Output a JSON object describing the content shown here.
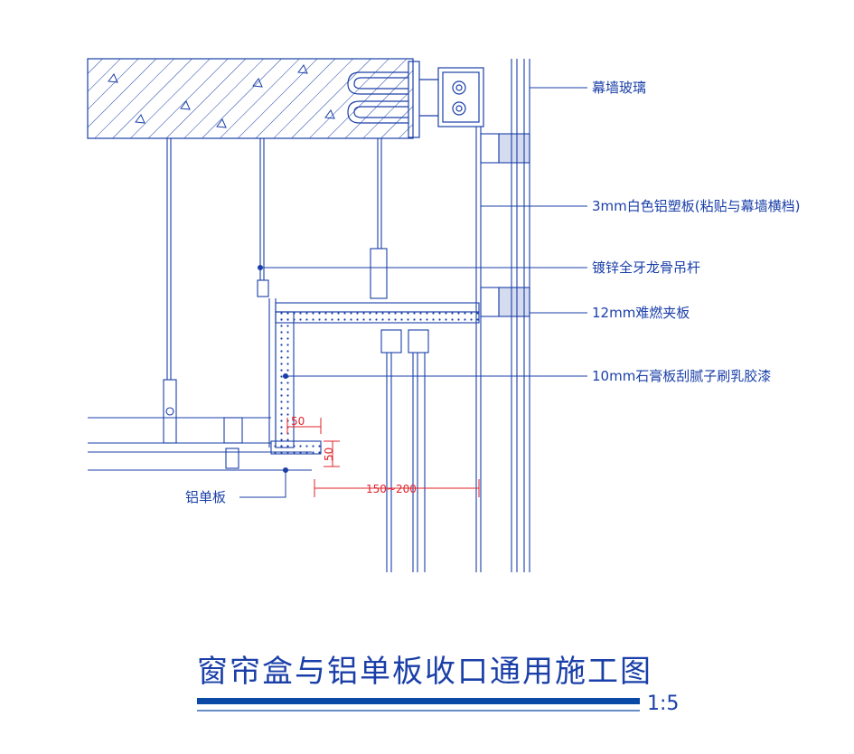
{
  "labels": {
    "curtain_glass": "幕墙玻璃",
    "aluminum_plastic": "3mm白色铝塑板(粘贴与幕墙横档)",
    "hanger_rod": "镀锌全牙龙骨吊杆",
    "fire_board": "12mm难燃夹板",
    "gypsum_board": "10mm石膏板刮腻子刷乳胶漆",
    "aluminum_panel": "铝单板"
  },
  "dimensions": {
    "width_50": "50",
    "height_50": "50",
    "span": "150~200"
  },
  "title": "窗帘盒与铝单板收口通用施工图",
  "scale": "1:5",
  "colors": {
    "line": "#1a3fa8",
    "dimension": "#e2232a",
    "title_bar": "#0a4aa6"
  }
}
